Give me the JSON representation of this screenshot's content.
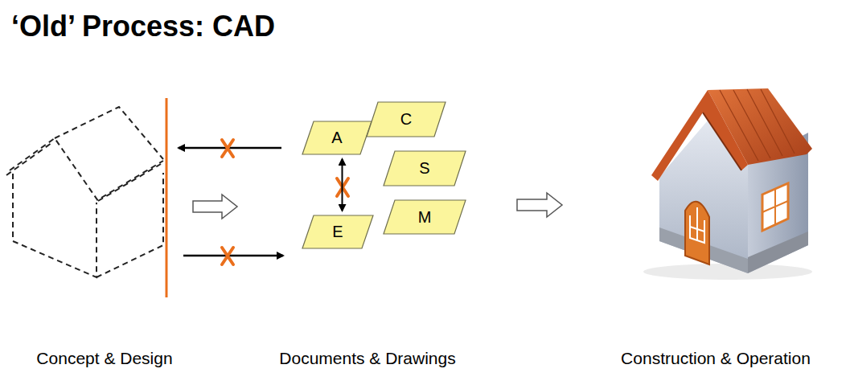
{
  "diagram": {
    "title": "‘Old’ Process: CAD",
    "nodes": [
      {
        "text": [
          "A"
        ]
      },
      {
        "text": [
          "C"
        ]
      },
      {
        "text": [
          "S"
        ]
      },
      {
        "text": [
          "E"
        ]
      },
      {
        "text": [
          "M"
        ]
      }
    ],
    "edges": [
      {
        "from": 0,
        "to": 3,
        "arrow": "both"
      }
    ],
    "labels": [
      "Concept & Design",
      "Documents & Drawings",
      "Construction & Operation"
    ]
  }
}
